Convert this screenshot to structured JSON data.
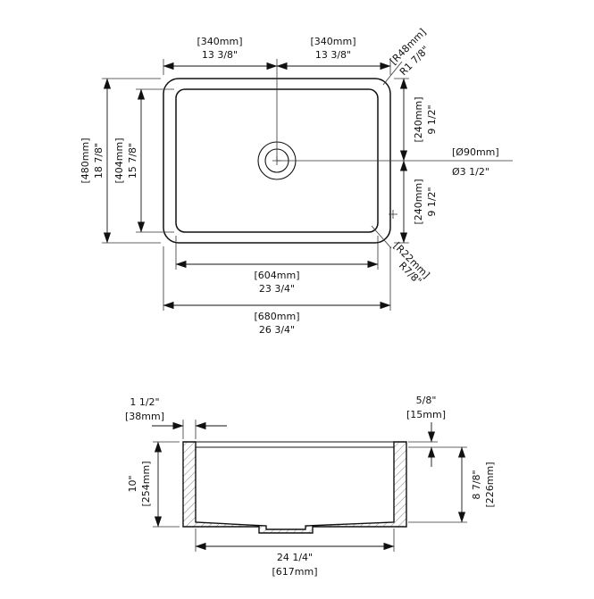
{
  "top_view": {
    "width_left": {
      "mm": "[340mm]",
      "in": "13 3/8\""
    },
    "width_right": {
      "mm": "[340mm]",
      "in": "13 3/8\""
    },
    "outer_corner_radius": {
      "mm": "[R48mm]",
      "in": "R1 7/8\""
    },
    "outer_height": {
      "mm": "[480mm]",
      "in": "18 7/8\""
    },
    "inner_height": {
      "mm": "[404mm]",
      "in": "15 7/8\""
    },
    "right_top": {
      "mm": "[240mm]",
      "in": "9 1/2\""
    },
    "right_bottom": {
      "mm": "[240mm]",
      "in": "9 1/2\""
    },
    "drain_diameter": {
      "mm": "[Ø90mm]",
      "in": "Ø3 1/2\""
    },
    "inner_corner_radius": {
      "mm": "[R22mm]",
      "in": "R7/8\""
    },
    "inner_width": {
      "mm": "[604mm]",
      "in": "23 3/4\""
    },
    "outer_width": {
      "mm": "[680mm]",
      "in": "26 3/4\""
    }
  },
  "section_view": {
    "wall_thickness": {
      "in": "1 1/2\"",
      "mm": "[38mm]"
    },
    "rim_lip": {
      "in": "5/8\"",
      "mm": "[15mm]"
    },
    "outer_depth": {
      "in": "10\"",
      "mm": "[254mm]"
    },
    "inner_depth": {
      "in": "8 7/8\"",
      "mm": "[226mm]"
    },
    "bottom_width": {
      "in": "24 1/4\"",
      "mm": "[617mm]"
    }
  }
}
